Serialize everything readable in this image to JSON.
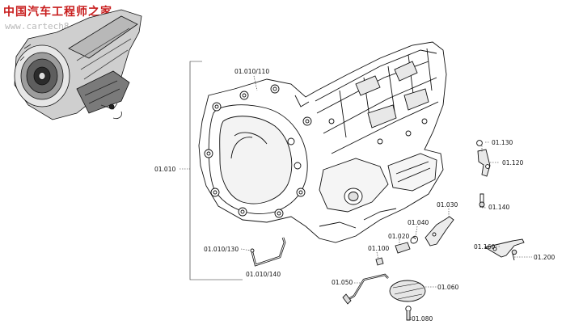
{
  "watermark": {
    "title": "中国汽车工程师之家",
    "url": "www.cartech8.com"
  },
  "labels": {
    "housing": "01.010",
    "housing_top": "01.010/110",
    "pipe_a": "01.010/130",
    "pipe_b": "01.010/140",
    "p130": "01.130",
    "p120": "01.120",
    "p140": "01.140",
    "p030": "01.030",
    "p040": "01.040",
    "p020": "01.020",
    "p100": "01.100",
    "p050": "01.050",
    "p060": "01.060",
    "p080": "01.080",
    "p160": "01.160",
    "p200": "01.200"
  }
}
